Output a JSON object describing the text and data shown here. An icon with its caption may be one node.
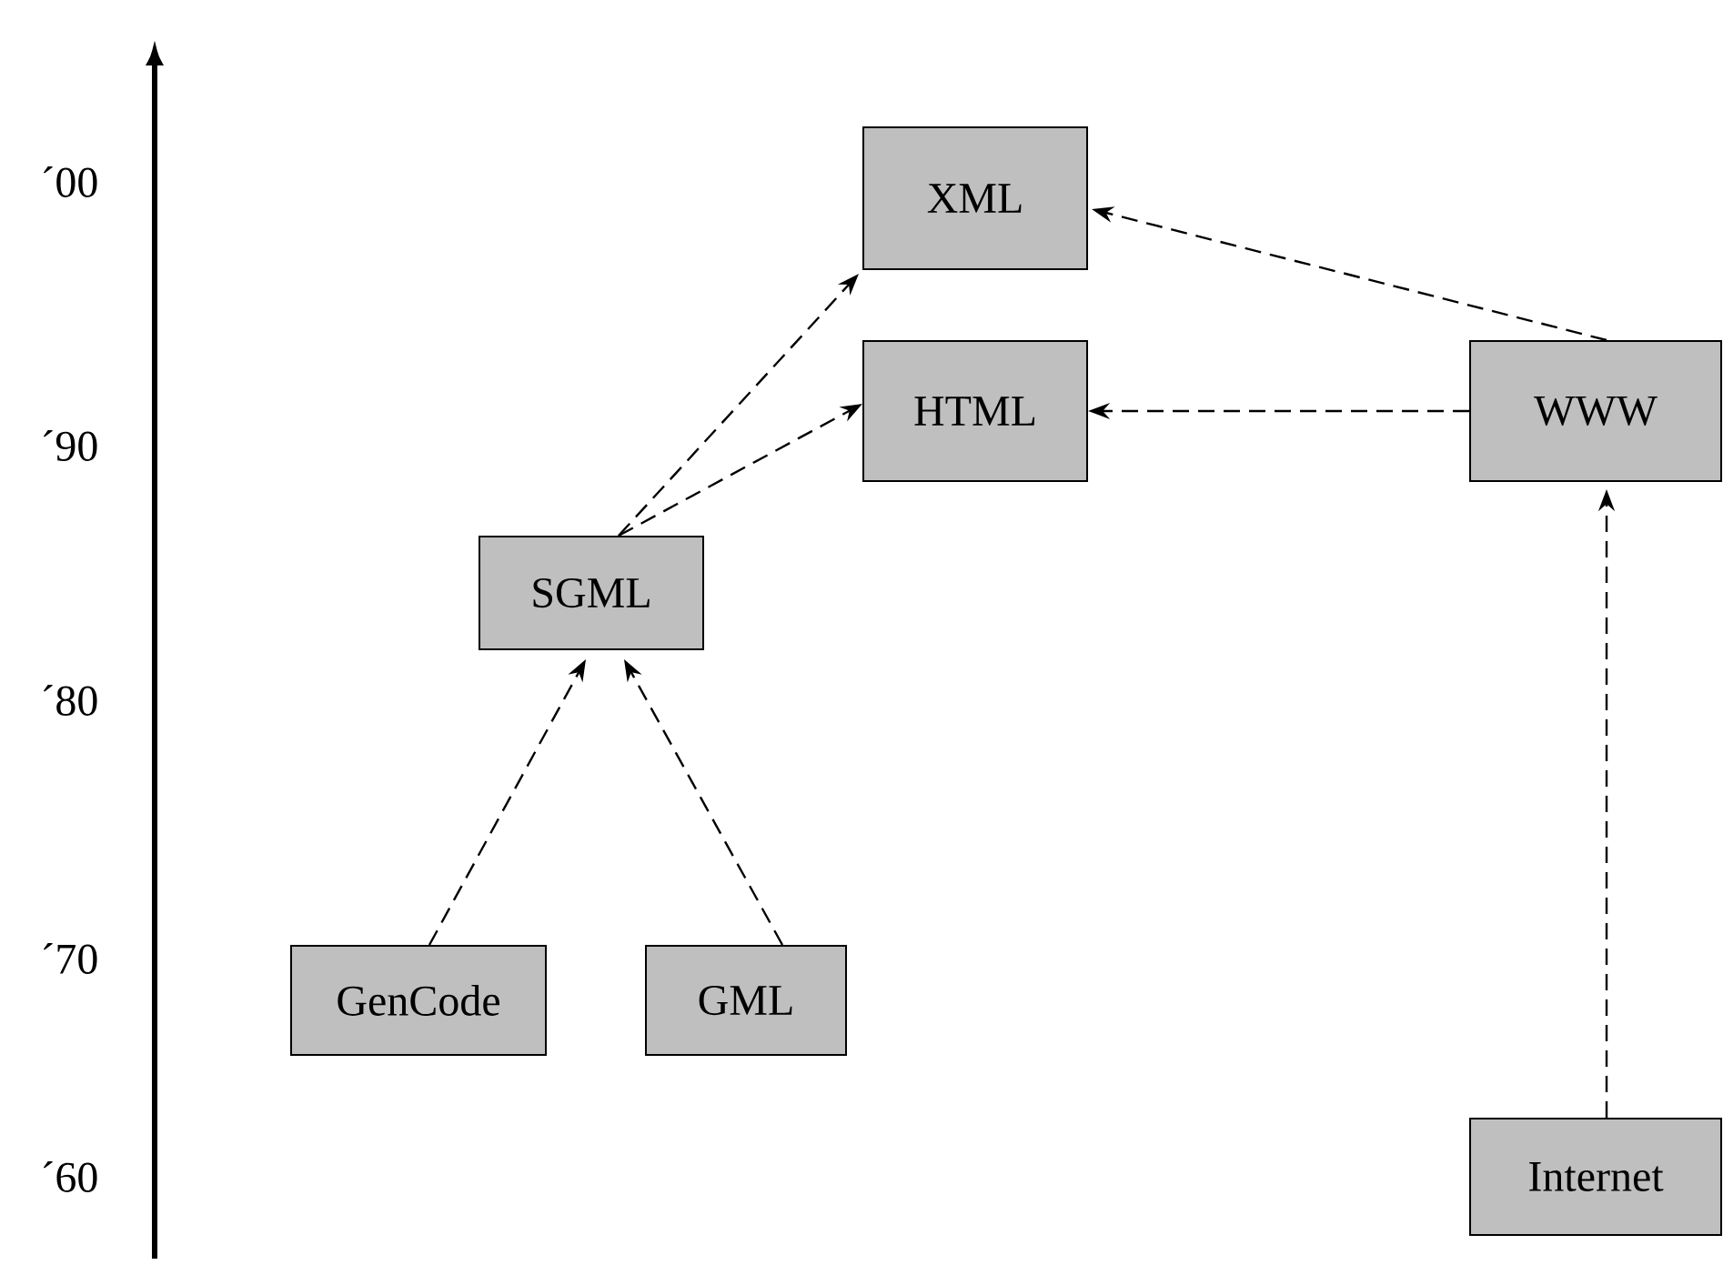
{
  "diagram": {
    "nodes": [
      {
        "text": [
          "XML"
        ]
      },
      {
        "text": [
          "HTML"
        ]
      },
      {
        "text": [
          "WWW"
        ]
      },
      {
        "text": [
          "SGML"
        ]
      },
      {
        "text": [
          "GenCode"
        ]
      },
      {
        "text": [
          "GML"
        ]
      },
      {
        "text": [
          "Internet"
        ]
      }
    ],
    "edges": [
      {
        "from": 4,
        "to": 3,
        "arrow": "to",
        "style": "dashed"
      },
      {
        "from": 5,
        "to": 3,
        "arrow": "to",
        "style": "dashed"
      },
      {
        "from": 3,
        "to": 1,
        "arrow": "to",
        "style": "dashed"
      },
      {
        "from": 3,
        "to": 0,
        "arrow": "to",
        "style": "dashed"
      },
      {
        "from": 2,
        "to": 1,
        "arrow": "to",
        "style": "dashed"
      },
      {
        "from": 2,
        "to": 0,
        "arrow": "to",
        "style": "dashed"
      },
      {
        "from": 6,
        "to": 2,
        "arrow": "to",
        "style": "dashed"
      }
    ],
    "labels": [
      "´00",
      "´90",
      "´80",
      "´70",
      "´60"
    ]
  }
}
